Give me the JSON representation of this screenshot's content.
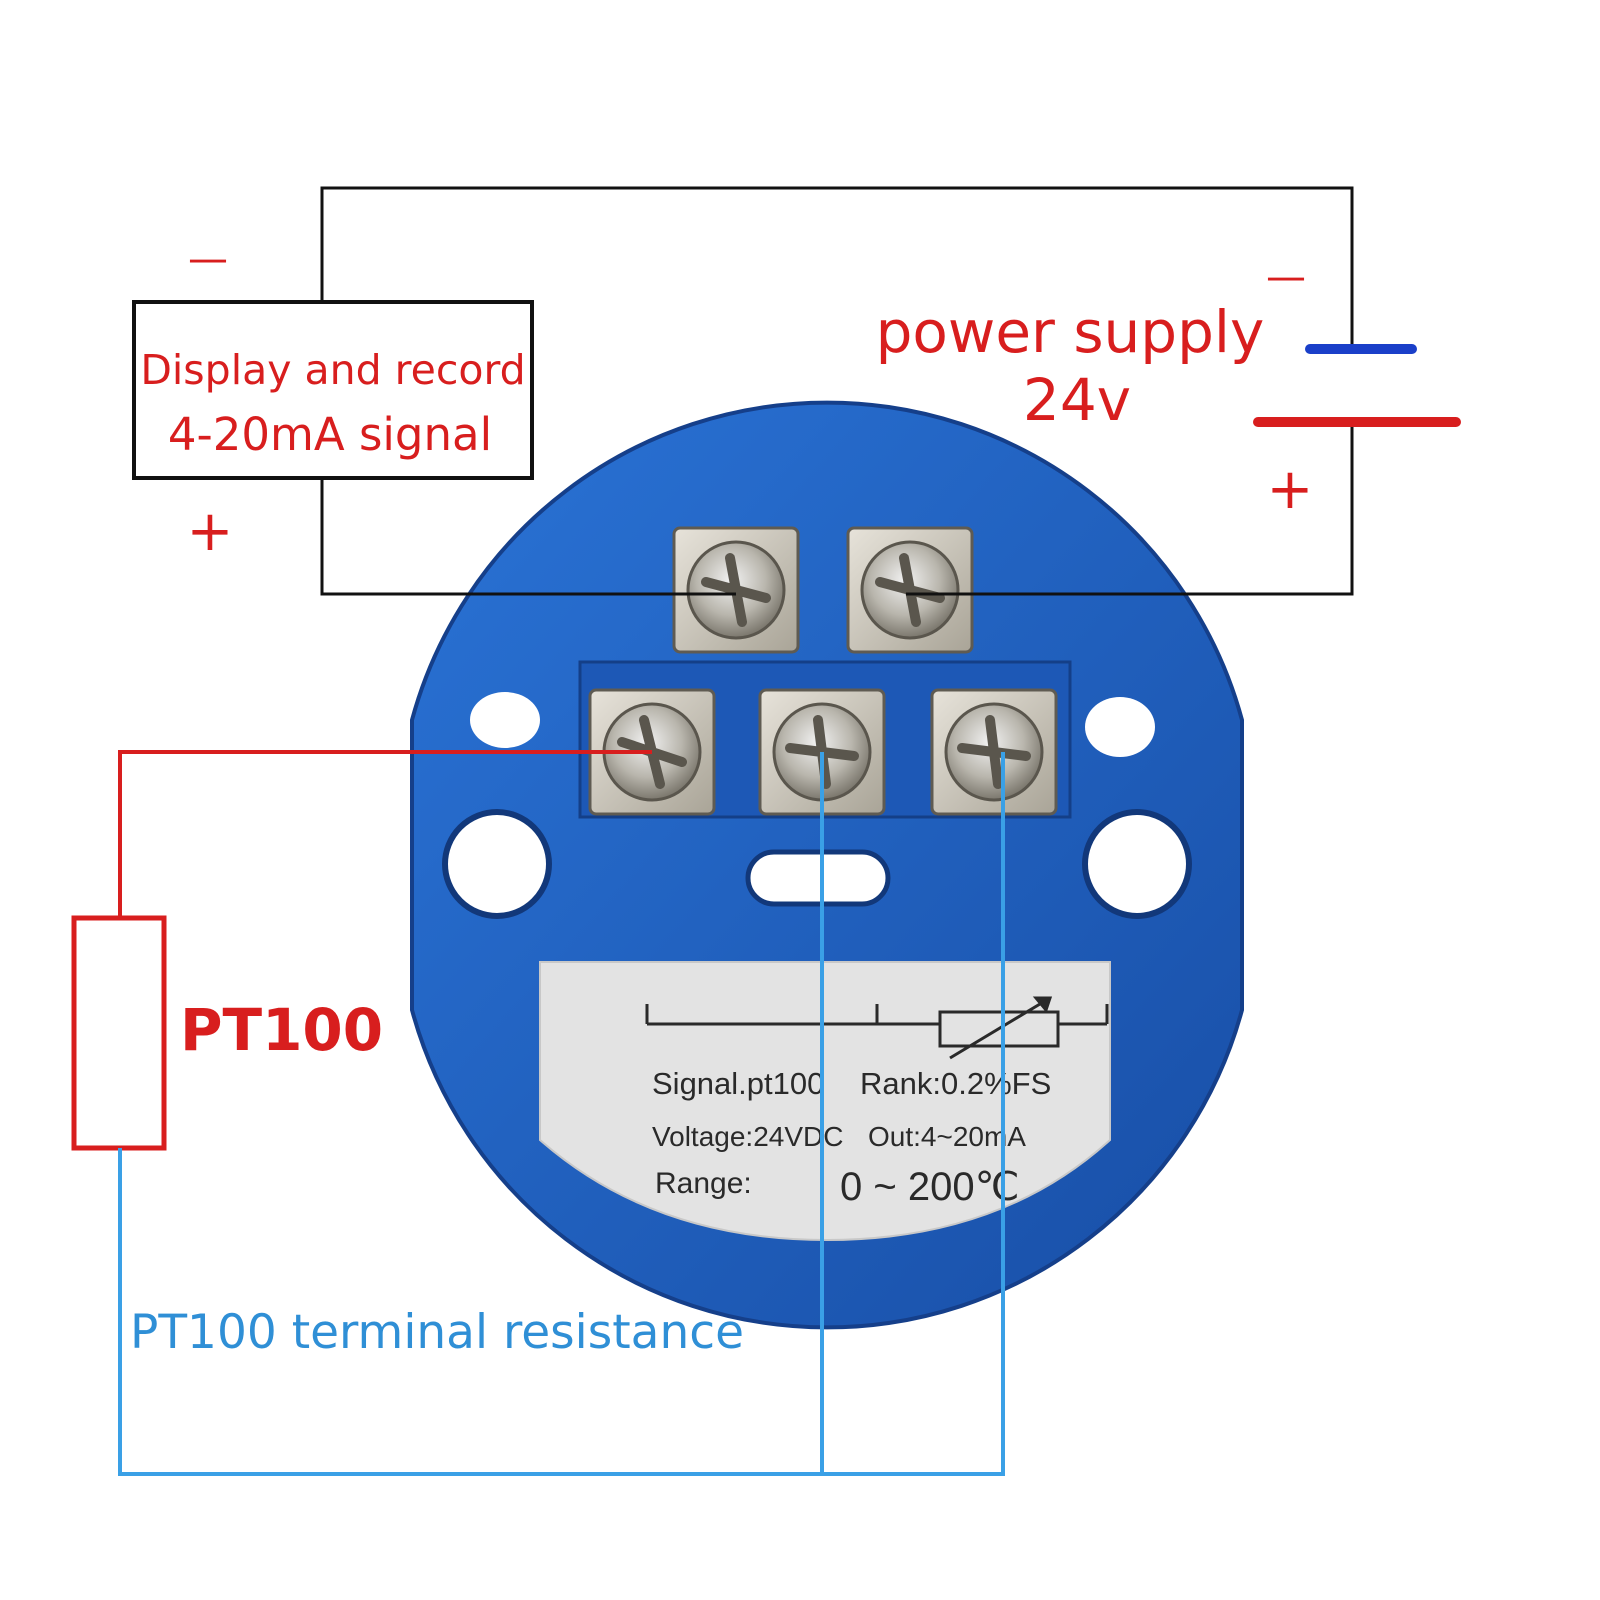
{
  "display_box": {
    "line1": "Display and record",
    "line2": "4-20mA signal",
    "minus": "—",
    "plus": "+"
  },
  "power_supply": {
    "title": "power supply",
    "voltage": "24v",
    "minus": "—",
    "plus": "+"
  },
  "sensor": {
    "label": "PT100",
    "terminal_note": "PT100 terminal resistance"
  },
  "module_label": {
    "signal": "Signal.pt100",
    "rank": "Rank:0.2%FS",
    "voltage": "Voltage:24VDC",
    "out": "Out:4~20mA",
    "range_label": "Range:",
    "range_value": "0 ~ 200℃"
  },
  "colors": {
    "module_blue": "#1f5fc0",
    "label_red": "#d81e1e",
    "wire_blue": "#3aa0e6",
    "battery_neg": "#1a3fc9",
    "battery_pos": "#d81e1e"
  }
}
